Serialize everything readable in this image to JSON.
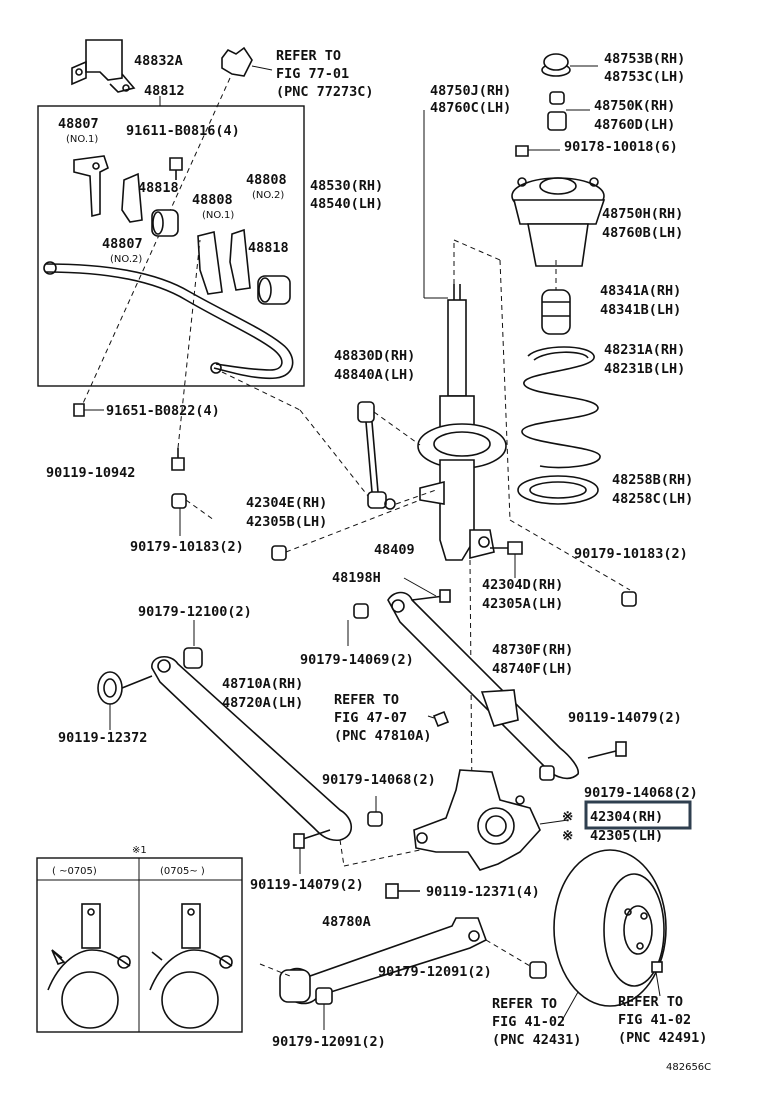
{
  "labels": {
    "p48832A": "48832A",
    "p48812": "48812",
    "refer77_1": "REFER TO",
    "refer77_2": "FIG 77-01",
    "refer77_3": "(PNC 77273C)",
    "p48807_top": "48807",
    "p48807_top_no": "(NO.1)",
    "p91611": "91611-B0816(4)",
    "p48818_a": "48818",
    "p48808_a": "48808",
    "p48808_a_no": "(NO.2)",
    "p48808_b": "48808",
    "p48808_b_no": "(NO.1)",
    "p48807_b": "48807",
    "p48807_b_no": "(NO.2)",
    "p48818_b": "48818",
    "p91651": "91651-B0822(4)",
    "p90119_10942": "90119-10942",
    "p90179_10183_l": "90179-10183(2)",
    "p48750J": "48750J(RH)",
    "p48760C": "48760C(LH)",
    "p48530": "48530(RH)",
    "p48540": "48540(LH)",
    "p48830D": "48830D(RH)",
    "p48840A": "48840A(LH)",
    "p42304E": "42304E(RH)",
    "p42305B": "42305B(LH)",
    "p48409": "48409",
    "p48753B": "48753B(RH)",
    "p48753C": "48753C(LH)",
    "p48750K": "48750K(RH)",
    "p48760D": "48760D(LH)",
    "p90178": "90178-10018(6)",
    "p48750H": "48750H(RH)",
    "p48760B": "48760B(LH)",
    "p48341A": "48341A(RH)",
    "p48341B": "48341B(LH)",
    "p48231A": "48231A(RH)",
    "p48231B": "48231B(LH)",
    "p48258B": "48258B(RH)",
    "p48258C": "48258C(LH)",
    "p90179_10183_r": "90179-10183(2)",
    "p48198H": "48198H",
    "p42304D": "42304D(RH)",
    "p42305A": "42305A(LH)",
    "p90179_12100": "90179-12100(2)",
    "p90179_14069": "90179-14069(2)",
    "p48730F": "48730F(RH)",
    "p48740F": "48740F(LH)",
    "p48710A": "48710A(RH)",
    "p48720A": "48720A(LH)",
    "refer47_1": "REFER TO",
    "refer47_2": "FIG 47-07",
    "refer47_3": "(PNC 47810A)",
    "p90119_14079_r": "90119-14079(2)",
    "p90119_12372": "90119-12372",
    "p90179_14068_c": "90179-14068(2)",
    "p90179_14068_r": "90179-14068(2)",
    "p42304": "42304(RH)",
    "p42305": "42305(LH)",
    "p90119_14079_l": "90119-14079(2)",
    "p90119_12371": "90119-12371(4)",
    "p48780A": "48780A",
    "p90179_12091_r": "90179-12091(2)",
    "p90179_12091_l": "90179-12091(2)",
    "refer41a_1": "REFER TO",
    "refer41a_2": "FIG 41-02",
    "refer41a_3": "(PNC 42431)",
    "refer41b_1": "REFER TO",
    "refer41b_2": "FIG 41-02",
    "refer41b_3": "(PNC 42491)",
    "note_mark": "※1",
    "note_mark_a": "※",
    "note_mark_b": "※",
    "inset_left": "(   ~0705)",
    "inset_right": "(0705~   )",
    "catalog_code": "482656C"
  },
  "highlight": {
    "part": "42304(RH)",
    "color": "#2f3f4f"
  }
}
